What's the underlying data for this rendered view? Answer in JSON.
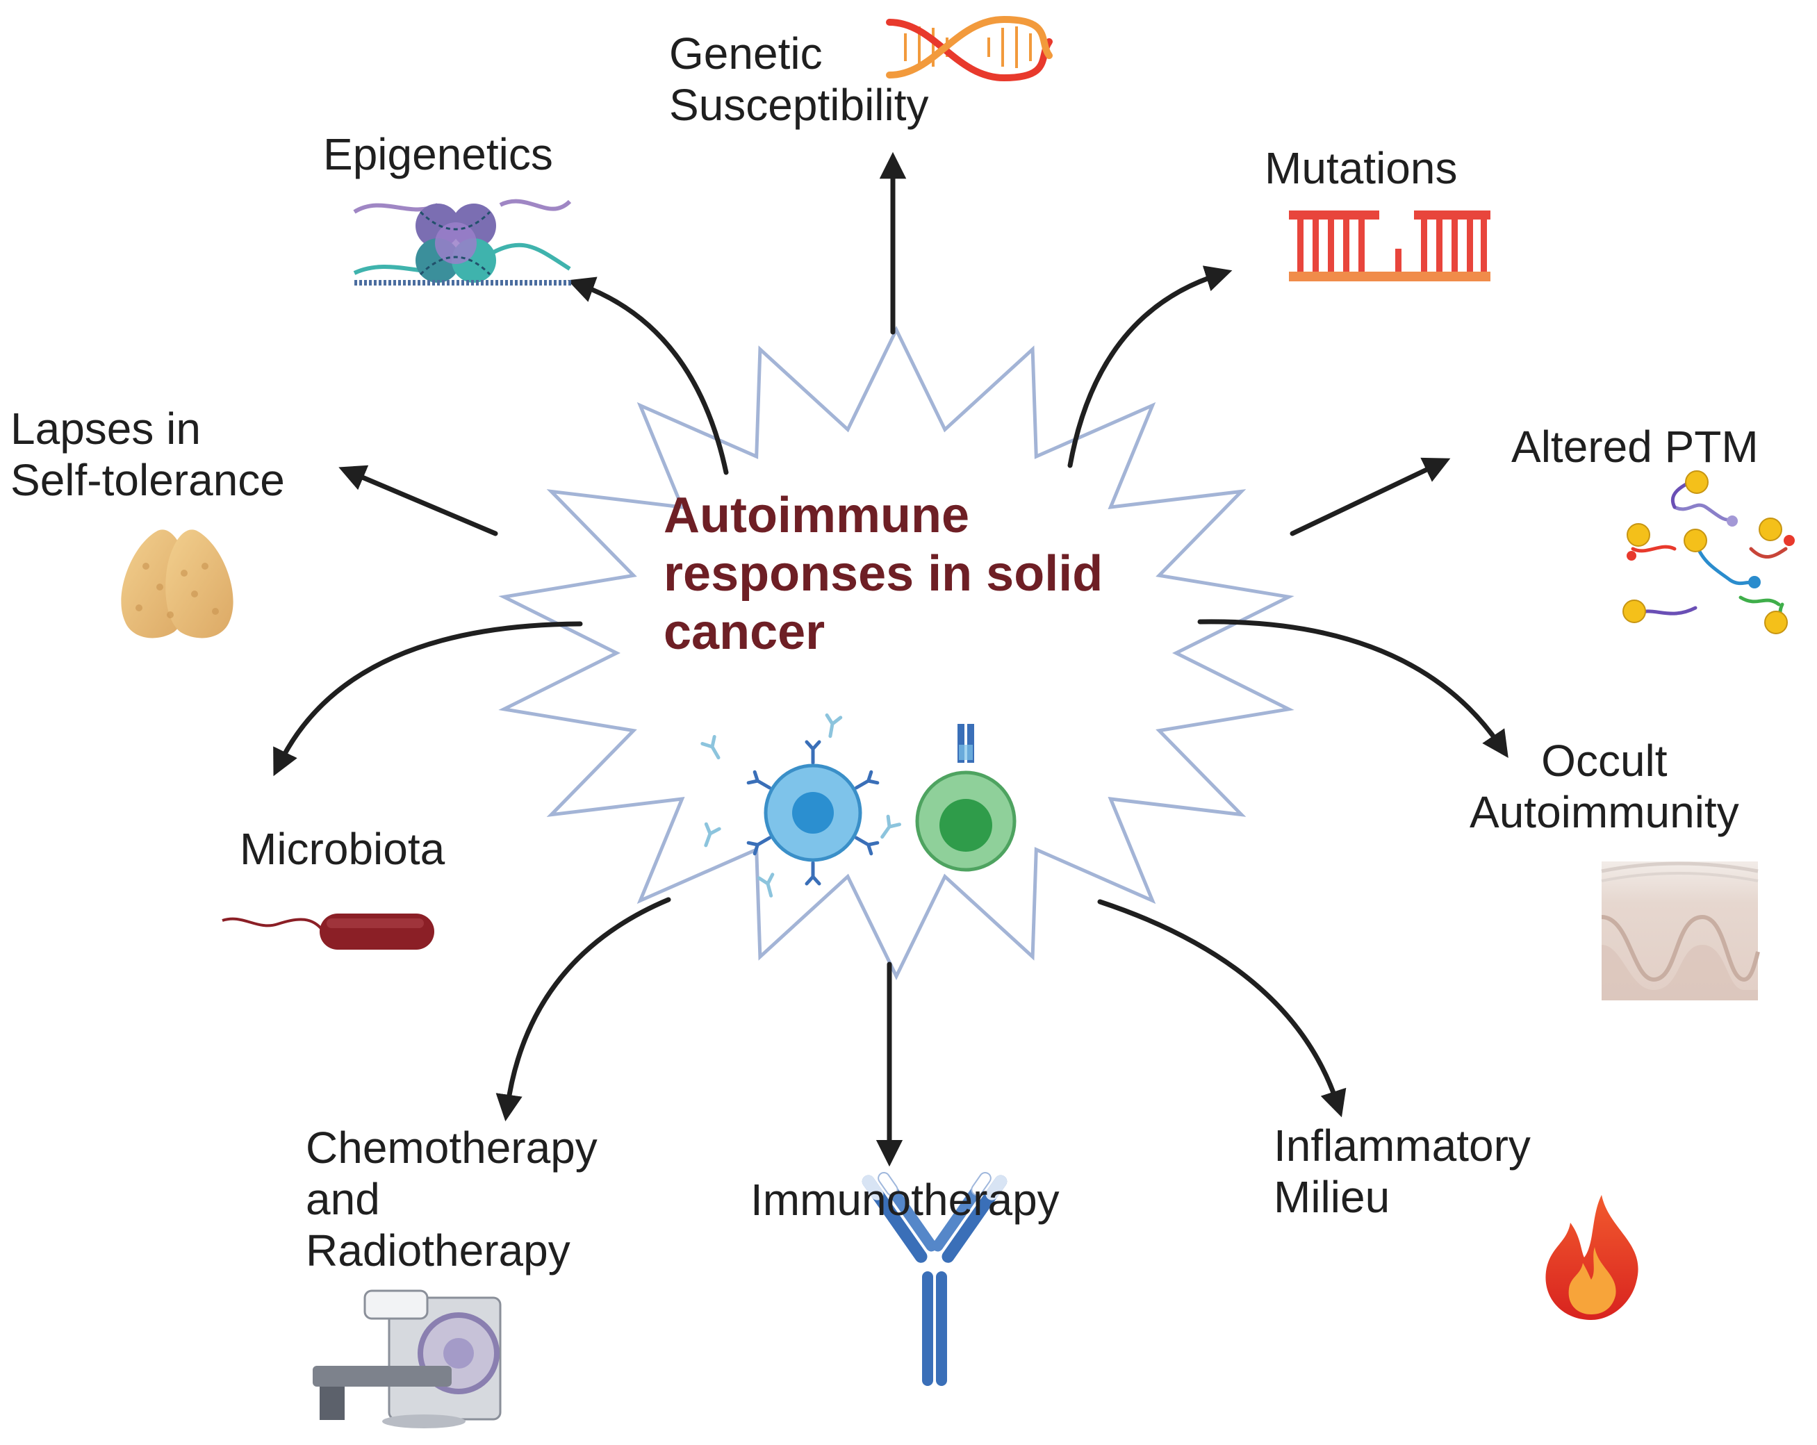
{
  "center": {
    "line1": "Autoimmune",
    "line2": "responses in solid",
    "line3": "cancer"
  },
  "factors": {
    "genetic": {
      "line1": "Genetic",
      "line2": "Susceptibility"
    },
    "epigenetics": {
      "line1": "Epigenetics"
    },
    "mutations": {
      "line1": "Mutations"
    },
    "lapses": {
      "line1": "Lapses in",
      "line2": "Self-tolerance"
    },
    "ptm": {
      "line1": "Altered PTM"
    },
    "occult": {
      "line1": "Occult",
      "line2": "Autoimmunity"
    },
    "microbiota": {
      "line1": "Microbiota"
    },
    "chemo": {
      "line1": "Chemotherapy",
      "line2": "and",
      "line3": "Radiotherapy"
    },
    "immunotherapy": {
      "line1": "Immunotherapy"
    },
    "inflammatory": {
      "line1": "Inflammatory",
      "line2": "Milieu"
    }
  },
  "colors": {
    "title": "#6e1f25",
    "starburst_stroke": "#a3b4d6",
    "arrow": "#1f1f1f",
    "dna_red": "#e8392c",
    "dna_orange": "#f29a3c",
    "mutation_red": "#e8453c",
    "bacterium": "#8b1f26",
    "flame": "#e8352a",
    "antibody_blue": "#3a6fb8",
    "bcell_blue": "#4ba3d9",
    "tcell_green": "#6cbf7c"
  },
  "icons": {
    "genetic": "dna-helix-icon",
    "epigenetics": "nucleosome-icon",
    "mutations": "mutated-dna-icon",
    "lapses": "thyroid-gland-icon",
    "ptm": "phosphorylated-peptides-icon",
    "occult": "skin-tissue-icon",
    "microbiota": "bacterium-icon",
    "chemo": "radiotherapy-machine-icon",
    "immunotherapy": "antibody-icon",
    "inflammatory": "flame-icon",
    "center_b": "b-cell-icon",
    "center_t": "t-cell-icon"
  }
}
